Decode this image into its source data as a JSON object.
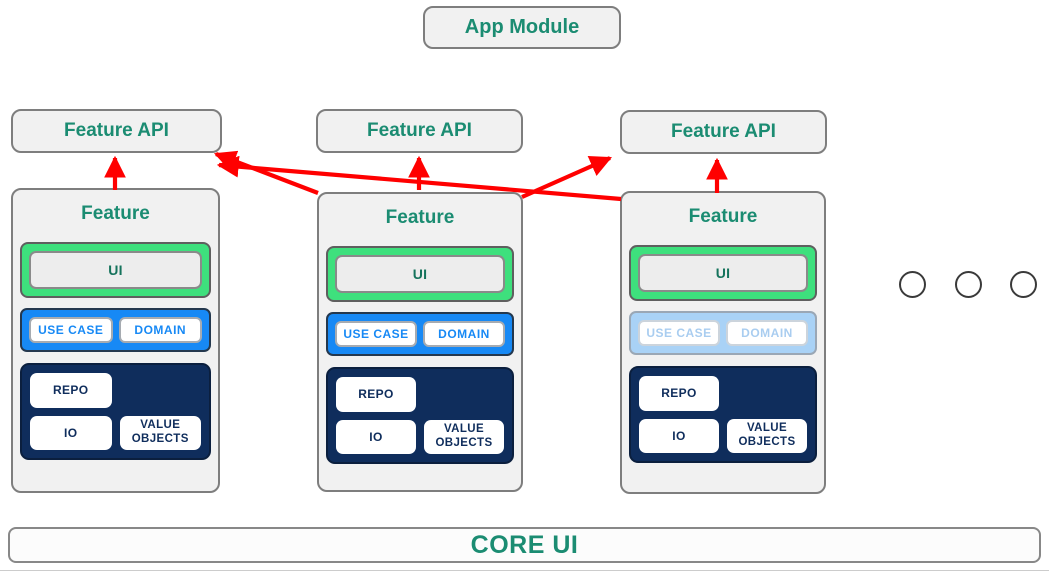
{
  "app_module": {
    "label": "App Module"
  },
  "feature_apis": [
    {
      "label": "Feature API"
    },
    {
      "label": "Feature API"
    },
    {
      "label": "Feature API"
    }
  ],
  "features": [
    {
      "title": "Feature",
      "ui_label": "UI",
      "use_case_label": "USE CASE",
      "domain_label": "DOMAIN",
      "repo_label": "REPO",
      "io_label": "IO",
      "value_objects_label": "VALUE OBJECTS",
      "use_case_state": "active"
    },
    {
      "title": "Feature",
      "ui_label": "UI",
      "use_case_label": "USE CASE",
      "domain_label": "DOMAIN",
      "repo_label": "REPO",
      "io_label": "IO",
      "value_objects_label": "VALUE OBJECTS",
      "use_case_state": "active"
    },
    {
      "title": "Feature",
      "ui_label": "UI",
      "use_case_label": "USE CASE",
      "domain_label": "DOMAIN",
      "repo_label": "REPO",
      "io_label": "IO",
      "value_objects_label": "VALUE OBJECTS",
      "use_case_state": "dimmed"
    }
  ],
  "ellipsis": {
    "circle_count": 3
  },
  "core_ui": {
    "label": "CORE UI"
  },
  "colors": {
    "accent_green": "#1b8c72",
    "ui_green": "#3ee07d",
    "usecase_blue": "#1789f5",
    "usecase_blue_dimmed": "#a9d2f6",
    "data_navy": "#0f2d5c",
    "arrow_red": "#ff0000",
    "box_fill": "#f1f1f1",
    "box_border": "#7e7e7e"
  }
}
